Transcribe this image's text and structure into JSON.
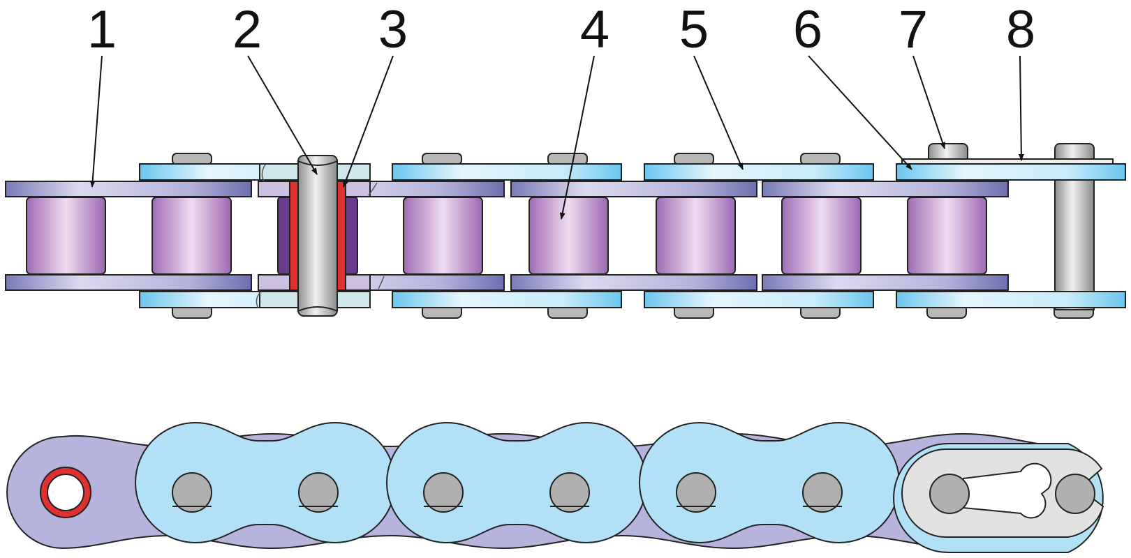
{
  "diagram": {
    "callouts": [
      {
        "id": 1,
        "label": "1",
        "part": "inner-plate"
      },
      {
        "id": 2,
        "label": "2",
        "part": "pin"
      },
      {
        "id": 3,
        "label": "3",
        "part": "bushing"
      },
      {
        "id": 4,
        "label": "4",
        "part": "roller"
      },
      {
        "id": 5,
        "label": "5",
        "part": "outer-plate"
      },
      {
        "id": 6,
        "label": "6",
        "part": "connecting-link-plate"
      },
      {
        "id": 7,
        "label": "7",
        "part": "connecting-pin-head"
      },
      {
        "id": 8,
        "label": "8",
        "part": "spring-clip"
      }
    ],
    "colors": {
      "inner_plate": "#a6a6d2",
      "outer_plate": "#b2e0f6",
      "roller": "#c79ad0",
      "pin": "#bdbdbd",
      "bushing": "#e03030",
      "side_inner": "#b6b4dc",
      "clip": "#e2e2e2",
      "outline": "#222222"
    },
    "icons": [
      "chain-link-top-view",
      "chain-link-side-view",
      "spring-clip-icon"
    ]
  }
}
